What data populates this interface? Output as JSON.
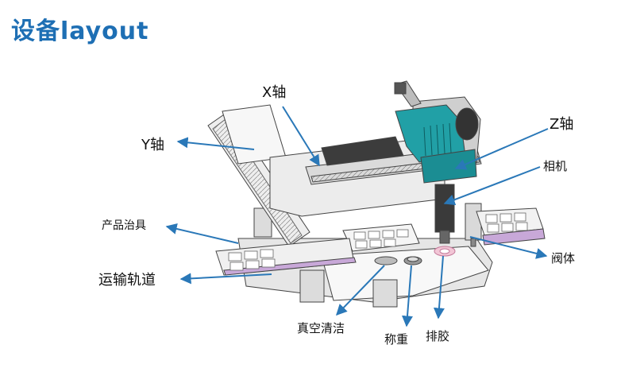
{
  "title": "设备layout",
  "labels": {
    "x_axis": "X轴",
    "y_axis": "Y轴",
    "z_axis": "Z轴",
    "camera": "相机",
    "product_fixture": "产品治具",
    "conveyor": "运输轨道",
    "valve_body": "阀体",
    "vacuum_clean": "真空清洁",
    "weighing": "称重",
    "glue_discharge": "排胶"
  },
  "colors": {
    "title": "#1e6fb4",
    "arrow": "#2a78b8",
    "machine_line": "#444444",
    "z_head": "#21a0a6",
    "fixture": "#c8a8d8"
  }
}
